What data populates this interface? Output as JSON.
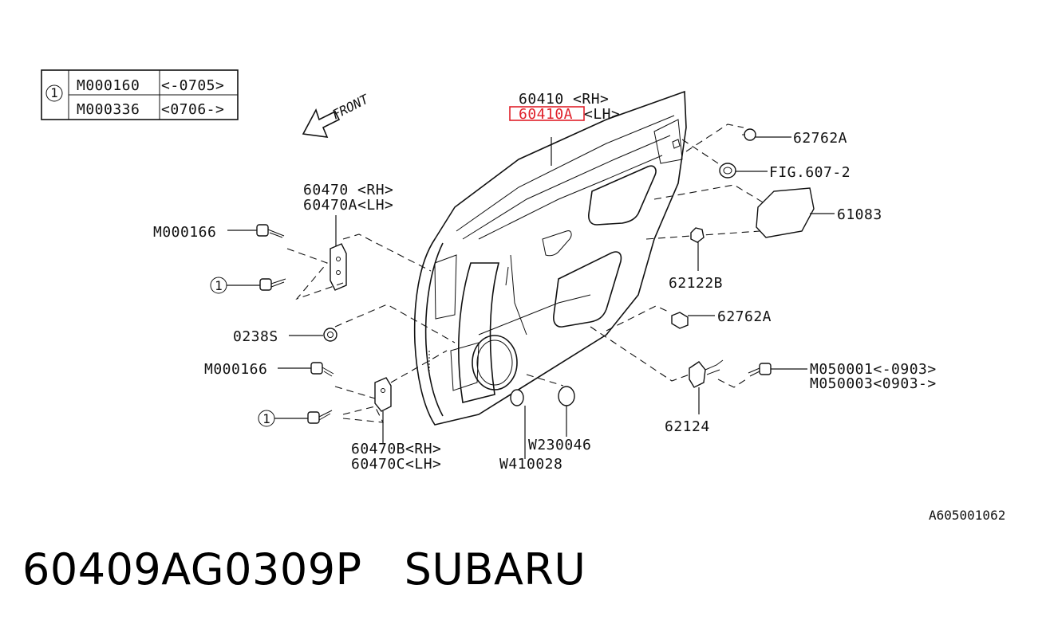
{
  "legend": {
    "marker": "1",
    "rows": [
      {
        "part": "M000160",
        "range": "<-0705>"
      },
      {
        "part": "M000336",
        "range": "<0706->"
      }
    ]
  },
  "front_label": "FRONT",
  "callouts": {
    "door_rh": "60410 <RH>",
    "door_lh_code": "60410A",
    "door_lh_side": "<LH>",
    "c_62762A_top": "62762A",
    "fig": "FIG.607-2",
    "c_61083": "61083",
    "hinge_upper_rh": "60470 <RH>",
    "hinge_upper_lh": "60470A<LH>",
    "bolt_upper": "M000166",
    "marker_upper": "1",
    "c_62122B": "62122B",
    "c_62762A_mid": "62762A",
    "nut_0238S": "0238S",
    "bolt_lower": "M000166",
    "marker_lower": "1",
    "m050001": "M050001<-0903>",
    "m050003": "M050003<0903->",
    "c_62124": "62124",
    "hinge_lower_rh": "60470B<RH>",
    "hinge_lower_lh": "60470C<LH>",
    "w230046": "W230046",
    "w410028": "W410028"
  },
  "diagram_id": "A605001062",
  "footer": {
    "part_number": "60409AG0309P",
    "brand": "SUBARU"
  },
  "highlight_color": "#e0202a"
}
